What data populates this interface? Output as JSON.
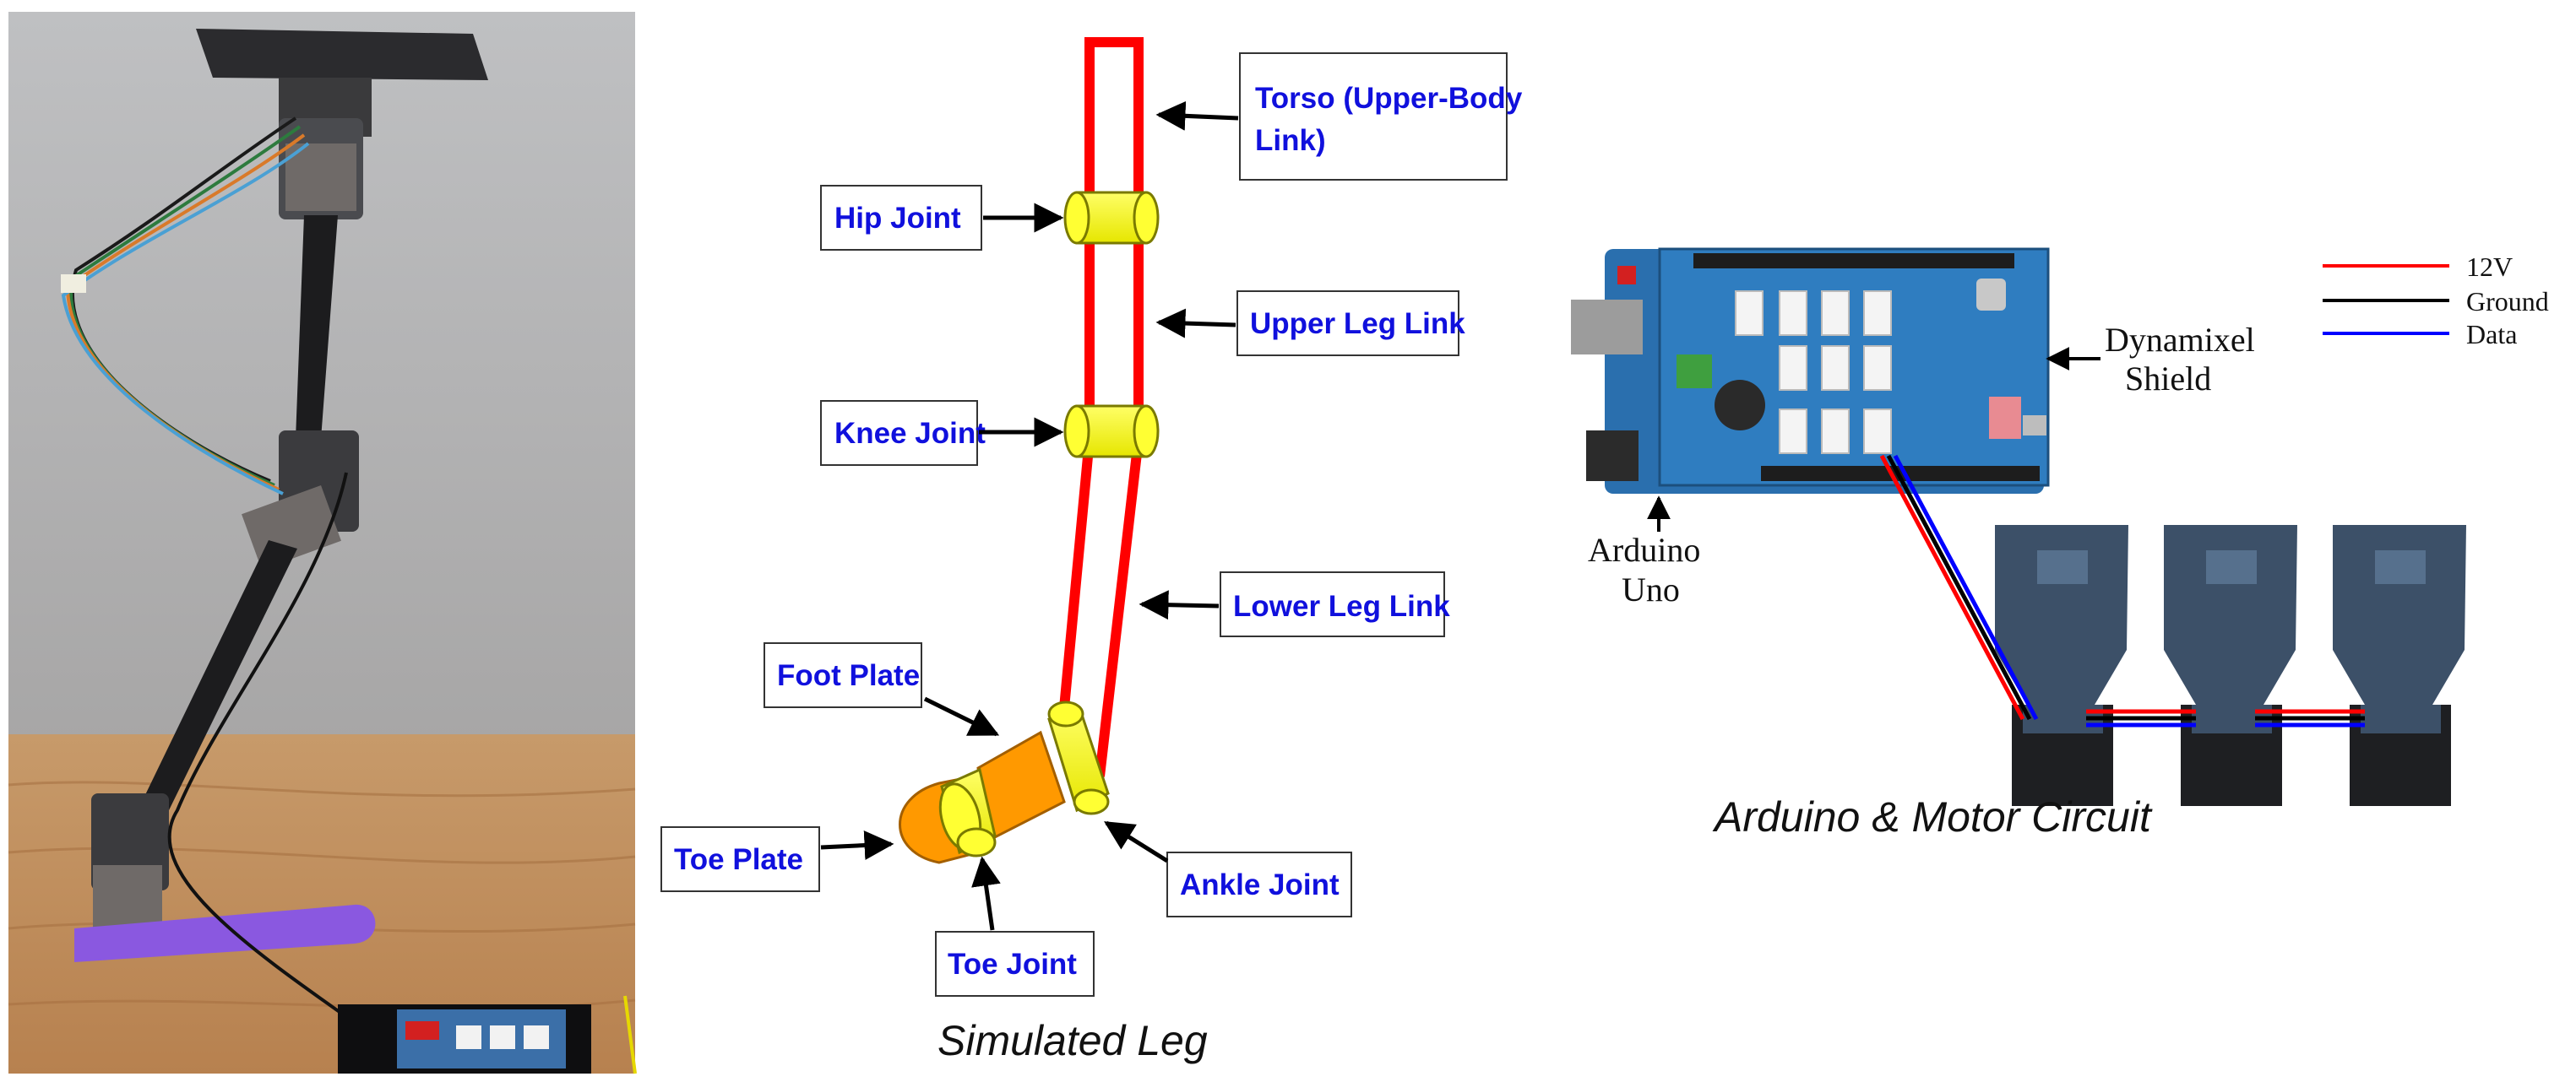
{
  "photo_panel": {
    "subject": "Physical robotic leg prototype on purple base with wired Arduino board"
  },
  "simulated_leg": {
    "caption": "Simulated Leg",
    "labels": {
      "torso": [
        "Torso (Upper-Body",
        "Link)"
      ],
      "hip_joint": "Hip Joint",
      "upper_leg_link": "Upper Leg Link",
      "knee_joint": "Knee Joint",
      "lower_leg_link": "Lower Leg Link",
      "foot_plate": "Foot Plate",
      "toe_plate": "Toe Plate",
      "ankle_joint": "Ankle Joint",
      "toe_joint": "Toe Joint"
    },
    "colors": {
      "link": "#ff0000",
      "joint": "#ffff00",
      "plate": "#ff9900",
      "label_text": "#1010dd"
    }
  },
  "circuit": {
    "caption": "Arduino & Motor Circuit",
    "arduino_label": [
      "Arduino",
      "Uno"
    ],
    "shield_label": [
      "Dynamixel",
      "Shield"
    ],
    "legend": [
      {
        "label": "12V",
        "color": "#ff0000"
      },
      {
        "label": "Ground",
        "color": "#000000"
      },
      {
        "label": "Data",
        "color": "#0000ff"
      }
    ],
    "board_color": "#2a6fae",
    "motor_color": "#3c5068"
  }
}
